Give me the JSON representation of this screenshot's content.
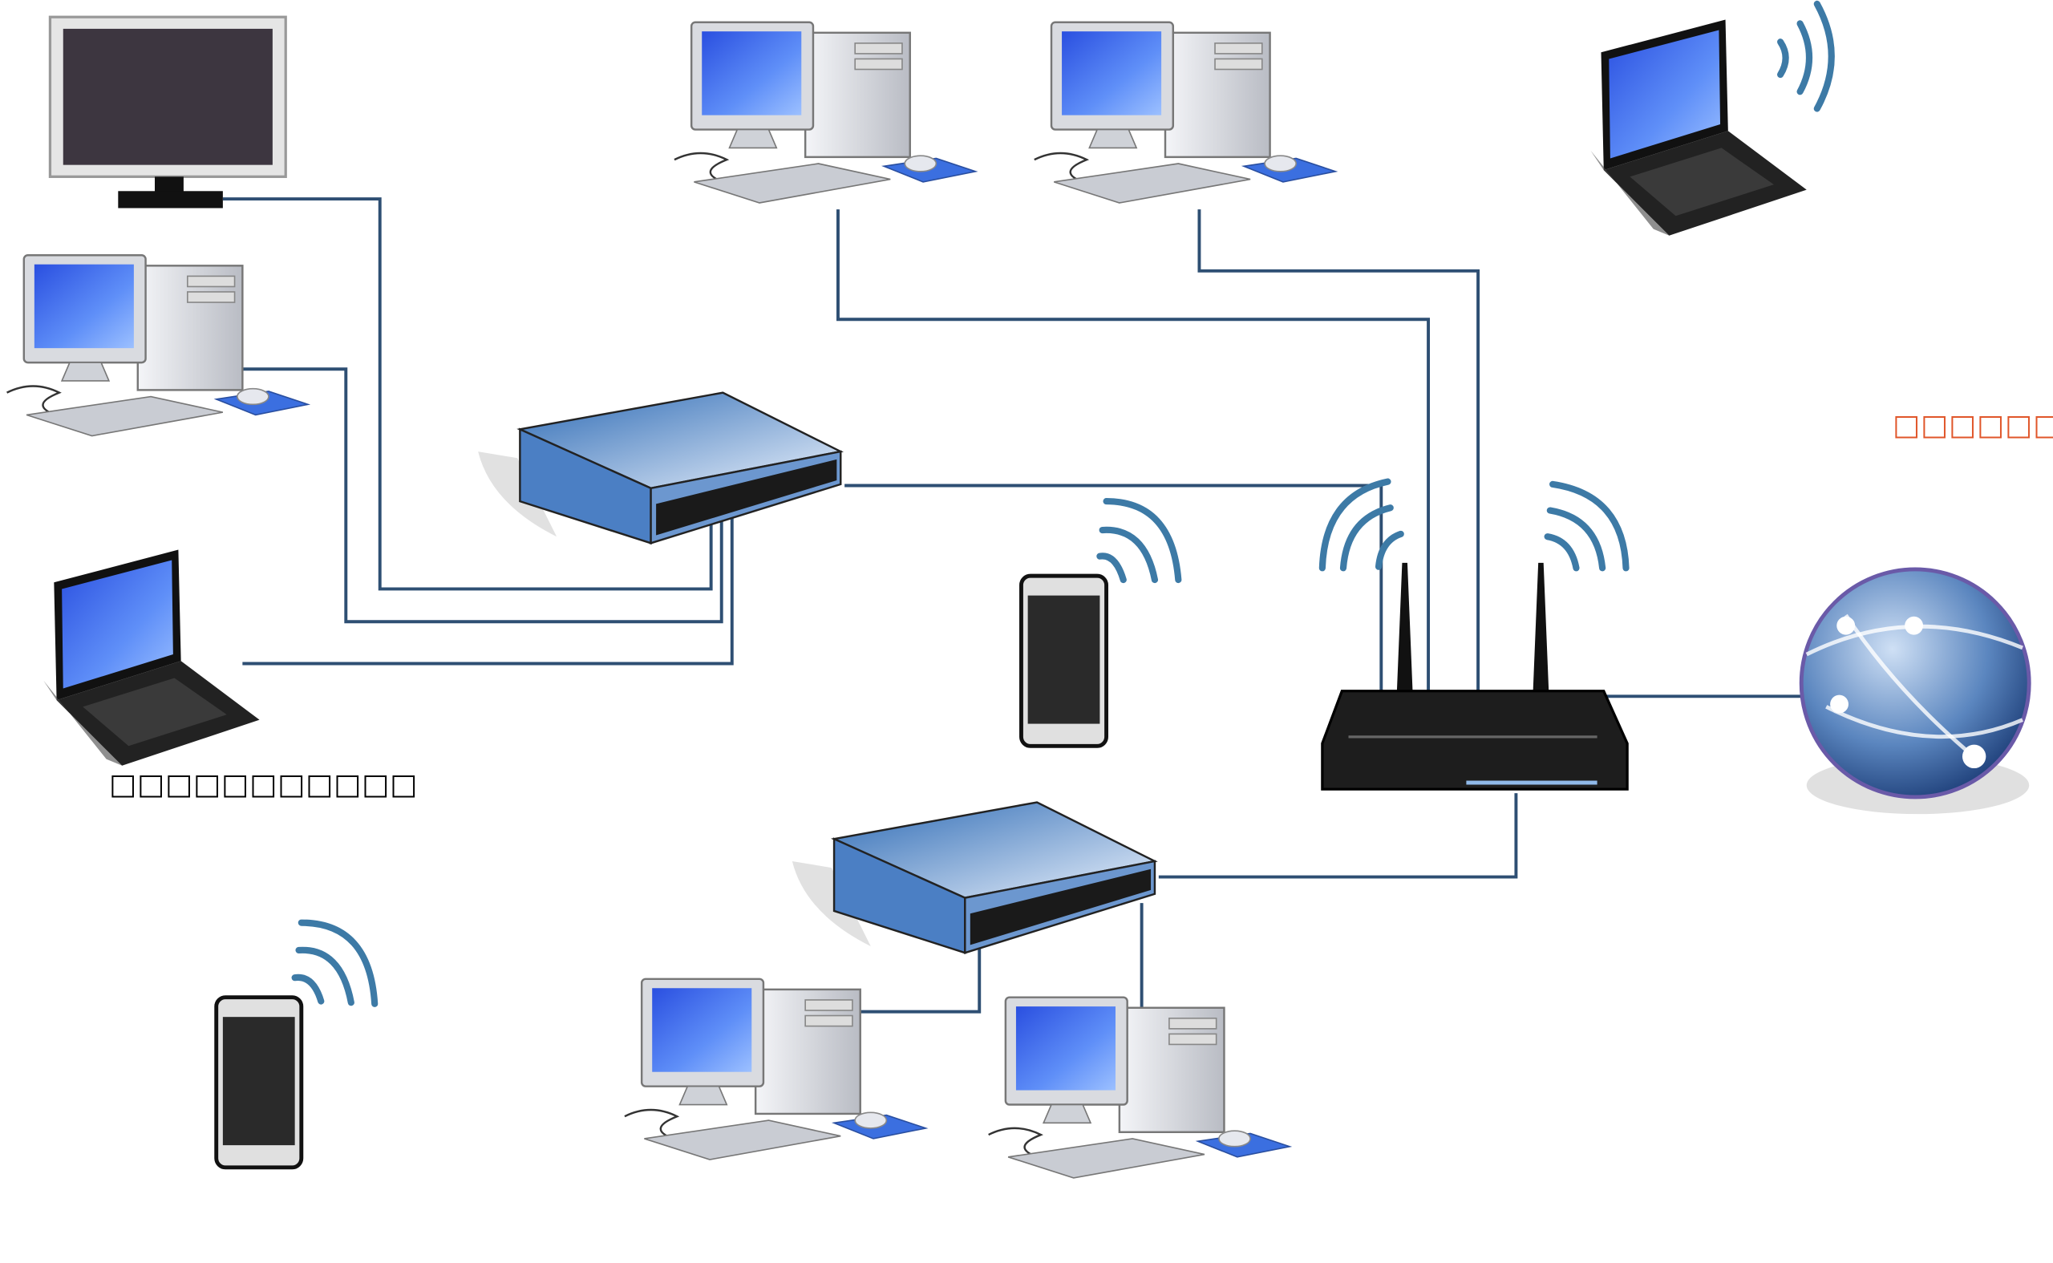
{
  "labels": {
    "laptop_label": "□□□□□□□□□□□",
    "internet_label": "□□□□□□□□□"
  },
  "colors": {
    "wire": "#2e4f73",
    "wifi_wave": "#3d7aa6",
    "internet_label": "#e0562a",
    "screen_blue": "#3f6cf2"
  },
  "nodes": [
    "monitor",
    "desktop-pc",
    "laptop",
    "network-switch",
    "smartphone",
    "wireless-router",
    "internet-globe"
  ]
}
